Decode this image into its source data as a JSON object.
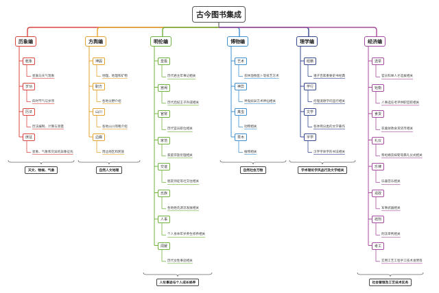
{
  "root_title": "古今图书集成",
  "branches": [
    {
      "label": "历象编",
      "color": "#d9443f",
      "items": [
        {
          "sub": "乾象",
          "desc": "星辰与天气现象"
        },
        {
          "sub": "岁功",
          "desc": "四时节气与岁序"
        },
        {
          "sub": "历法",
          "desc": "历法编制、计算与测量"
        },
        {
          "sub": "庶征",
          "desc": "星象、气象和灾异的异象征兆"
        }
      ],
      "summary": "天文、物候、气象"
    },
    {
      "label": "方舆编",
      "color": "#e2a22a",
      "items": [
        {
          "sub": "坤舆",
          "desc": "地理、地理和矿物"
        },
        {
          "sub": "职方",
          "desc": "各地分野介绍"
        },
        {
          "sub": "山川",
          "desc": "各地山川简略介绍"
        },
        {
          "sub": "边裔",
          "desc": "周边地区和民族"
        }
      ],
      "summary": "自然人文地理"
    },
    {
      "label": "明伦编",
      "color": "#6fb23c",
      "items": [
        {
          "sub": "皇极",
          "desc": "历代君主年事记相关"
        },
        {
          "sub": "宫闱",
          "desc": "历代后妃王子外戚相关"
        },
        {
          "sub": "官常",
          "desc": "历代官员职位相关"
        },
        {
          "sub": "家范",
          "desc": "家庭宗族伦理相关"
        },
        {
          "sub": "交谊",
          "desc": "朋友师徒等社交往相关"
        },
        {
          "sub": "氏族",
          "desc": "各地姓氏源流发展相关"
        },
        {
          "sub": "人事",
          "desc": "个人身体年岁养生修养相关"
        },
        {
          "sub": "闺媛",
          "desc": "历代女性事迹相关"
        }
      ],
      "summary": "人伦事迹与个人成长修养"
    },
    {
      "label": "博物编",
      "color": "#3d8fcf",
      "items": [
        {
          "sub": "艺术",
          "desc": "农林渔牧医卜等技艺方术"
        },
        {
          "sub": "神异",
          "desc": "神鬼妖异方术神仙相关"
        },
        {
          "sub": "禽虫",
          "desc": "动物相关"
        },
        {
          "sub": "草木",
          "desc": "植物相关"
        }
      ],
      "summary": "自然社会万物"
    },
    {
      "label": "理学编",
      "color": "#33478f",
      "items": [
        {
          "sub": "经籍",
          "desc": "诸子百家重要史书经典"
        },
        {
          "sub": "学行",
          "desc": "伦理道德学问品行相关"
        },
        {
          "sub": "文学",
          "desc": "各体例分类的文学著作"
        },
        {
          "sub": "字学",
          "desc": "汉字字体字形书法相关"
        }
      ],
      "summary": "学术理论学风品行及文学相关"
    },
    {
      "label": "经济编",
      "color": "#a44a9c",
      "items": [
        {
          "sub": "选举",
          "desc": "官员科举人才选拔相关"
        },
        {
          "sub": "铨衡",
          "desc": "人事选任考评供职官职相关"
        },
        {
          "sub": "食货",
          "desc": "农桑财政食货货币相关"
        },
        {
          "sub": "礼仪",
          "desc": "祭祀婚丧嫁娶等典礼仪式相关"
        },
        {
          "sub": "乐律",
          "desc": "乐器音乐相关"
        },
        {
          "sub": "戎政",
          "desc": "军事武器相关"
        },
        {
          "sub": "祥刑",
          "desc": "刑法审判相关"
        },
        {
          "sub": "考工",
          "desc": "实用工艺工程手工技术发明等"
        }
      ],
      "summary": "社会管理及工艺技术实务"
    }
  ]
}
